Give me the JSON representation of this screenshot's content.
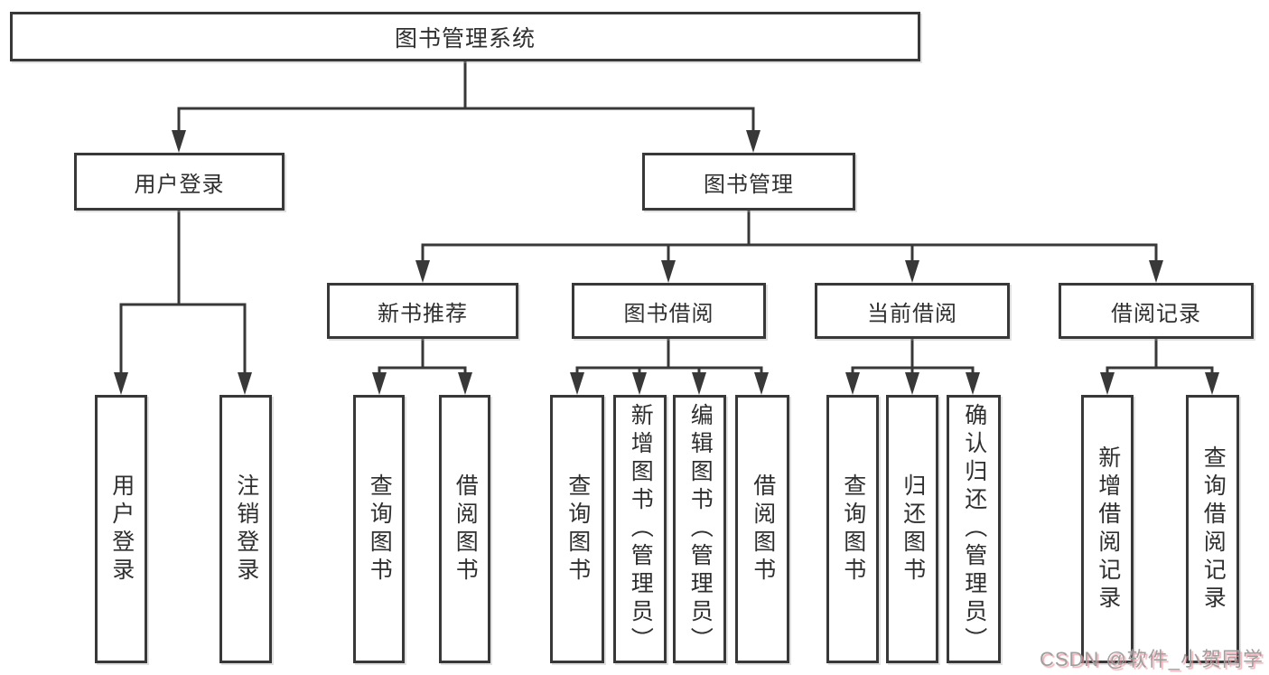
{
  "diagram": {
    "type": "hierarchy-tree",
    "nodes": {
      "root": "图书管理系统",
      "user_login": "用户登录",
      "book_mgmt": "图书管理",
      "ul_login": "用户登录",
      "ul_logout": "注销登录",
      "new_book_rec": "新书推荐",
      "book_borrow": "图书借阅",
      "current_borrow": "当前借阅",
      "borrow_records": "借阅记录",
      "nbr_query": "查询图书",
      "nbr_borrow": "借阅图书",
      "bb_query": "查询图书",
      "bb_add": "新增图书（管理员）",
      "bb_edit": "编辑图书（管理员）",
      "bb_borrow": "借阅图书",
      "cb_query": "查询图书",
      "cb_return": "归还图书",
      "cb_confirm": "确认归还（管理员）",
      "br_add": "新增借阅记录",
      "br_query": "查询借阅记录"
    },
    "colors": {
      "line": "#383838",
      "text": "#2f2f2f",
      "background": "#ffffff",
      "watermark_gray": "#9e9e9e",
      "watermark_pink_shadow": "#ee96a0"
    }
  },
  "watermark": "CSDN @软件_小贺同学"
}
